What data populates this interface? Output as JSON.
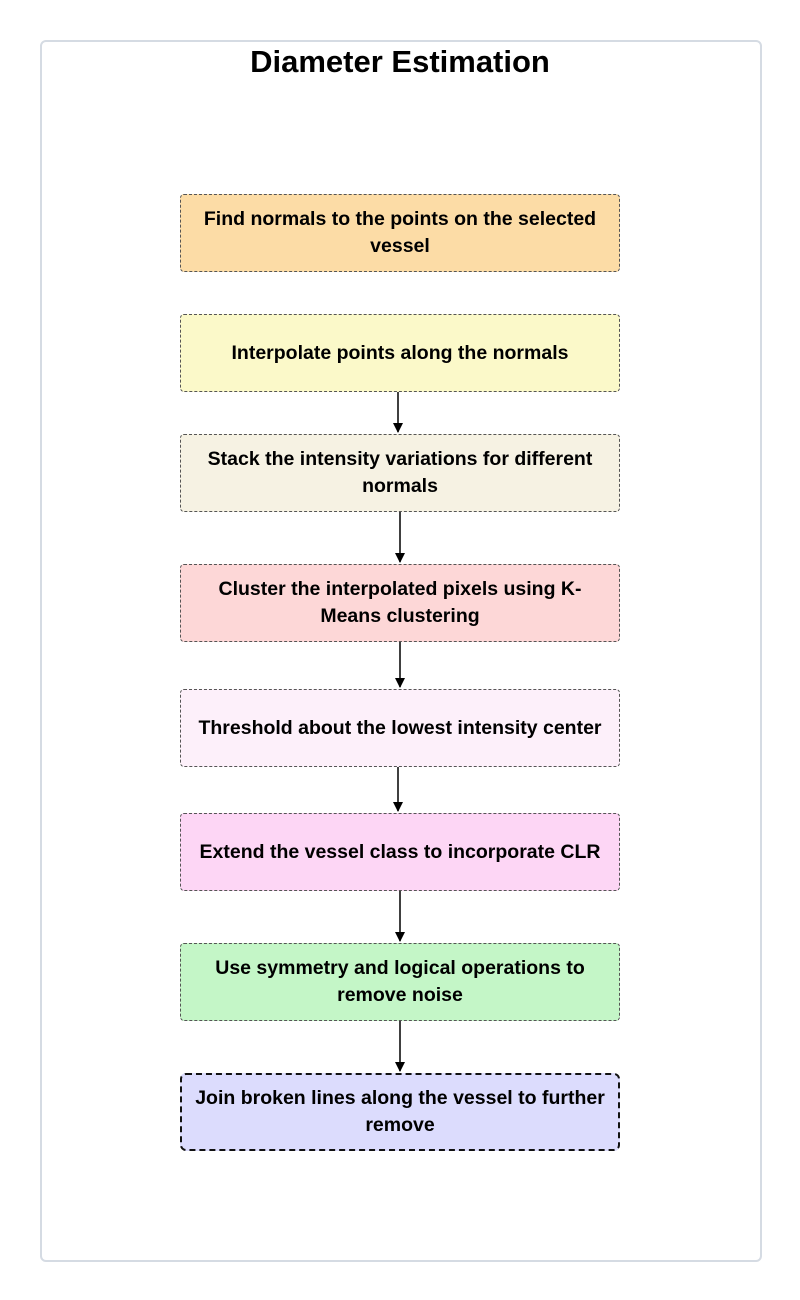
{
  "title": "Diameter Estimation",
  "steps": [
    {
      "label": "Find normals to the points on the selected vessel",
      "color": "#fcdca6"
    },
    {
      "label": "Interpolate points along the normals",
      "color": "#fbf9c9"
    },
    {
      "label": "Stack the intensity variations for different normals",
      "color": "#f6f2e3"
    },
    {
      "label": "Cluster the interpolated pixels using K-Means clustering",
      "color": "#fdd7d7"
    },
    {
      "label": "Threshold about the lowest intensity center",
      "color": "#fdf0fa"
    },
    {
      "label": "Extend the vessel class to incorporate CLR",
      "color": "#fdd6f5"
    },
    {
      "label": "Use symmetry and logical operations to remove noise",
      "color": "#c4f6c7"
    },
    {
      "label": "Join broken lines along the vessel to further remove",
      "color": "#dcdcfd"
    }
  ]
}
